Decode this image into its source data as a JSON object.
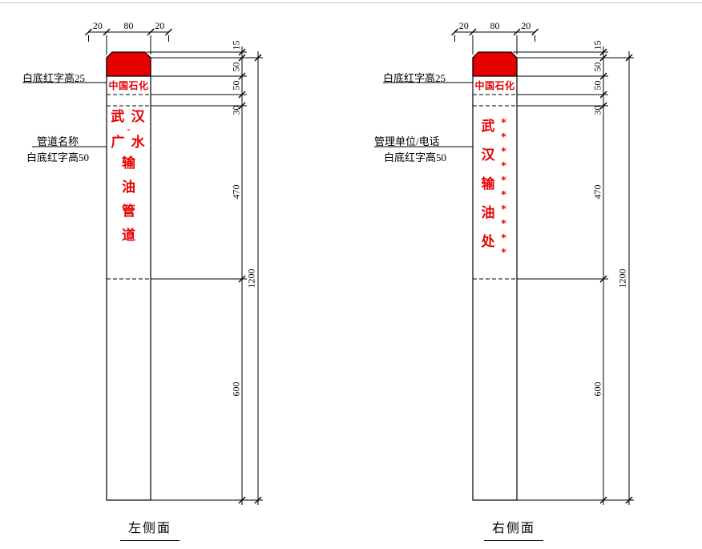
{
  "drawing": {
    "caption_left": "左侧面",
    "caption_right": "右侧面"
  },
  "brand_text": "中国石化",
  "left_post": {
    "label_char_height_25": "白底红字高25",
    "label_pipeline_name": "管道名称",
    "label_char_height_50": "白底红字高50",
    "name_lines": [
      "武 汉",
      "-",
      "广 水",
      "输",
      "油",
      "管",
      "道"
    ]
  },
  "right_post": {
    "label_char_height_25": "白底红字高25",
    "label_unit_phone": "管理单位/电话",
    "label_char_height_50": "白底红字高50",
    "unit_lines": [
      "武",
      "汉",
      "输",
      "油",
      "处"
    ],
    "phone_placeholder": "**********"
  },
  "dimensions": {
    "top_left_offset": "20",
    "top_width": "80",
    "top_right_offset": "20",
    "cap_bevel": "15",
    "cap_body": "50",
    "brand_band": "50",
    "gap": "30",
    "above_ground": "470",
    "buried": "600",
    "total": "1200"
  },
  "colors": {
    "accent_red": "#e60000",
    "line_black": "#000000"
  }
}
